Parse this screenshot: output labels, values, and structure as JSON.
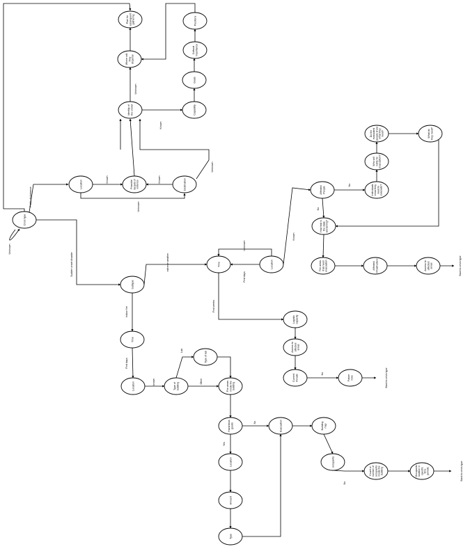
{
  "nodes": {
    "crisis_type": "Crisis type",
    "location_pd": "Location",
    "possible_targets": "Possible targets of violence",
    "destination": "Destination",
    "identity_crowd": "Identity of the crowd",
    "where_will_they_disperse": "Where will they disperse",
    "plan_subsequent": "Plan for subsequent gathering",
    "capability": "Capability",
    "goals": "Goals",
    "cultural_importance": "Cultural importance",
    "positions": "Positions",
    "subtype": "Subtype",
    "time_ew": "Time",
    "location_ew": "Location",
    "affected_people": "Affected People",
    "individuals_know": "Individuals know they need to evacuate?",
    "who_will_notify": "Who will notify for evacuation?",
    "do_evacuated_know": "Do the evacuated people know what they need?",
    "what_do_they_need": "What do they need?",
    "how_fast_worsen": "How fast is the state worsening?",
    "areas_need_evacuation": "The areas that need evacuation",
    "affected_infrastructure": "Affected infrastructure",
    "access_affected_areas_ew": "Access to affected areas",
    "logistic_capacity": "Logistic capacity",
    "access_affected_areas_fw": "Access to affected areas",
    "current_threats": "Current threats",
    "future_risks": "Future risks",
    "time_indoor": "Time",
    "location_indoor": "Location",
    "type_of_building": "Type of building",
    "type_of_lab": "Type of lab",
    "fire_areas_building": "Fire areas inside the building",
    "hazardous_goods": "Hazardous goods",
    "evacuation": "Evacuation",
    "building_map": "Building map",
    "occupants": "occupants",
    "count_occupants": "Count or number of occupants inside the building",
    "occupants_location": "Occupants location in specific time periods",
    "location_haz": "Location",
    "amount": "Amount",
    "type_haz": "Type"
  },
  "edge_labels": {
    "unknown_self": "Unknown",
    "public_disturbance": "Public disturbance",
    "known_loc_targets": "Known",
    "unknown_loc_dest": "Unknown",
    "known_dest_targets": "Known",
    "unknown_dest_identity": "Unknown",
    "known_identity_capability": "Known",
    "unknown_identity_disperse": "Unknown",
    "sudden_onset": "Sudden onset disaster",
    "extreme_weather": "extreme weather",
    "indoor_fire": "Indoor fire",
    "unknown_loc_time": "Unknown",
    "first_days_ew": "First days",
    "first_weeks": "First weeks",
    "known_loc_affected": "Known",
    "no_affected_individuals": "No",
    "no_affected_howfast": "No",
    "no_threats_risks": "No",
    "first_days_indoor": "First days",
    "known_loc_building": "known",
    "lab": "Lab",
    "other": "Other",
    "no_haz_evac": "No",
    "yes_haz_loc": "Yes",
    "no_occupants_count": "No"
  },
  "terminals": {
    "back1": "Back to crisis type",
    "back2": "Back to crisis type",
    "back3": "Back to crisis type"
  }
}
